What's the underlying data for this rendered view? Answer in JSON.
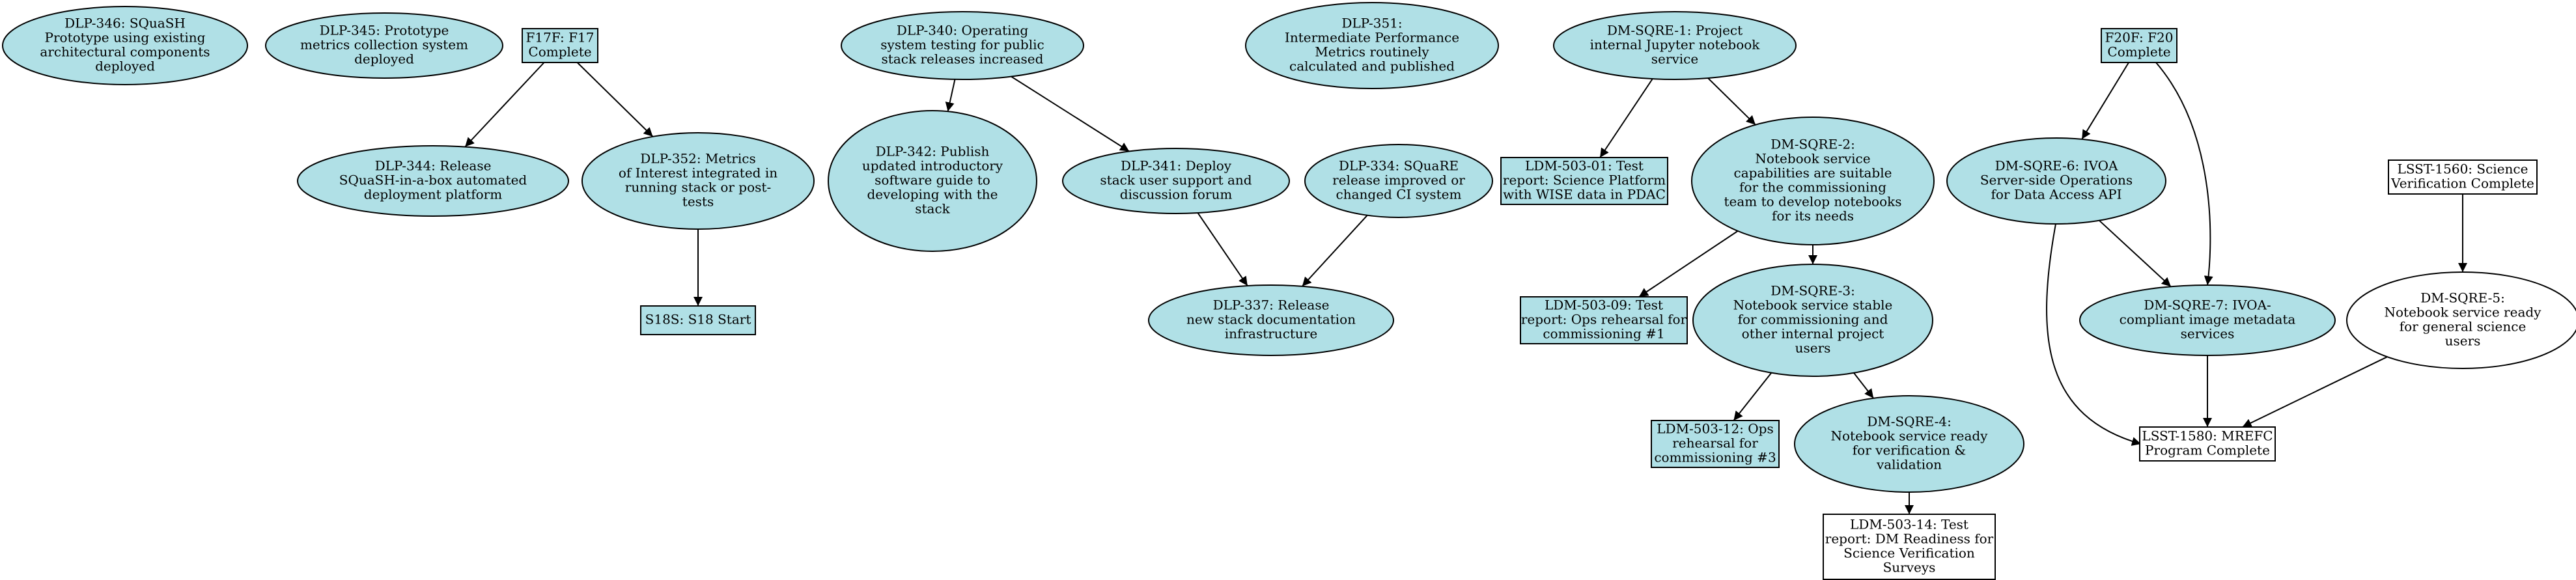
{
  "colors": {
    "filled": "#b0e0e6",
    "plain": "#ffffff",
    "stroke": "#000000"
  },
  "nodes": [
    {
      "id": "DLP-346",
      "shape": "ellipse",
      "fill": "filled",
      "lines": [
        "DLP-346: SQuaSH",
        "Prototype using existing",
        "architectural components",
        "deployed"
      ]
    },
    {
      "id": "DLP-345",
      "shape": "ellipse",
      "fill": "filled",
      "lines": [
        "DLP-345: Prototype",
        "metrics collection system",
        "deployed"
      ]
    },
    {
      "id": "F17F",
      "shape": "box",
      "fill": "filled",
      "lines": [
        "F17F: F17",
        "Complete"
      ]
    },
    {
      "id": "DLP-344",
      "shape": "ellipse",
      "fill": "filled",
      "lines": [
        "DLP-344: Release",
        "SQuaSH-in-a-box automated",
        "deployment platform"
      ]
    },
    {
      "id": "DLP-352",
      "shape": "ellipse",
      "fill": "filled",
      "lines": [
        "DLP-352: Metrics",
        "of Interest integrated in",
        "running stack or post-",
        "tests"
      ]
    },
    {
      "id": "S18S",
      "shape": "box",
      "fill": "filled",
      "lines": [
        "S18S: S18 Start"
      ]
    },
    {
      "id": "DLP-340",
      "shape": "ellipse",
      "fill": "filled",
      "lines": [
        "DLP-340: Operating",
        "system testing for public",
        "stack releases increased"
      ]
    },
    {
      "id": "DLP-342",
      "shape": "ellipse",
      "fill": "filled",
      "lines": [
        "DLP-342: Publish",
        "updated introductory",
        "software guide to",
        "developing with the",
        "stack"
      ]
    },
    {
      "id": "DLP-341",
      "shape": "ellipse",
      "fill": "filled",
      "lines": [
        "DLP-341: Deploy",
        "stack user support and",
        "discussion forum"
      ]
    },
    {
      "id": "DLP-334",
      "shape": "ellipse",
      "fill": "filled",
      "lines": [
        "DLP-334: SQuaRE",
        "release improved or",
        "changed CI system"
      ]
    },
    {
      "id": "DLP-337",
      "shape": "ellipse",
      "fill": "filled",
      "lines": [
        "DLP-337: Release",
        "new stack documentation",
        "infrastructure"
      ]
    },
    {
      "id": "DLP-351",
      "shape": "ellipse",
      "fill": "filled",
      "lines": [
        "DLP-351:",
        "Intermediate Performance",
        "Metrics routinely",
        "calculated and published"
      ]
    },
    {
      "id": "DM-SQRE-1",
      "shape": "ellipse",
      "fill": "filled",
      "lines": [
        "DM-SQRE-1: Project",
        "internal Jupyter notebook",
        "service"
      ]
    },
    {
      "id": "LDM-503-01",
      "shape": "box",
      "fill": "filled",
      "lines": [
        "LDM-503-01: Test",
        "report: Science Platform",
        "with WISE data in PDAC"
      ]
    },
    {
      "id": "DM-SQRE-2",
      "shape": "ellipse",
      "fill": "filled",
      "lines": [
        "DM-SQRE-2:",
        "Notebook service",
        "capabilities are suitable",
        "for the commissioning",
        "team to develop notebooks",
        "for its needs"
      ]
    },
    {
      "id": "LDM-503-09",
      "shape": "box",
      "fill": "filled",
      "lines": [
        "LDM-503-09: Test",
        "report: Ops rehearsal for",
        "commissioning #1"
      ]
    },
    {
      "id": "DM-SQRE-3",
      "shape": "ellipse",
      "fill": "filled",
      "lines": [
        "DM-SQRE-3:",
        "Notebook service stable",
        "for commissioning and",
        "other internal project",
        "users"
      ]
    },
    {
      "id": "LDM-503-12",
      "shape": "box",
      "fill": "filled",
      "lines": [
        "LDM-503-12: Ops",
        "rehearsal for",
        "commissioning #3"
      ]
    },
    {
      "id": "DM-SQRE-4",
      "shape": "ellipse",
      "fill": "filled",
      "lines": [
        "DM-SQRE-4:",
        "Notebook service ready",
        "for verification &",
        "validation"
      ]
    },
    {
      "id": "LDM-503-14",
      "shape": "box",
      "fill": "plain",
      "lines": [
        "LDM-503-14: Test",
        "report: DM Readiness for",
        "Science Verification",
        "Surveys"
      ]
    },
    {
      "id": "F20F",
      "shape": "box",
      "fill": "filled",
      "lines": [
        "F20F: F20",
        "Complete"
      ]
    },
    {
      "id": "DM-SQRE-6",
      "shape": "ellipse",
      "fill": "filled",
      "lines": [
        "DM-SQRE-6: IVOA",
        "Server-side Operations",
        "for Data Access API"
      ]
    },
    {
      "id": "DM-SQRE-7",
      "shape": "ellipse",
      "fill": "filled",
      "lines": [
        "DM-SQRE-7: IVOA-",
        "compliant image metadata",
        "services"
      ]
    },
    {
      "id": "LSST-1560",
      "shape": "box",
      "fill": "plain",
      "lines": [
        "LSST-1560: Science",
        "Verification Complete"
      ]
    },
    {
      "id": "DM-SQRE-5",
      "shape": "ellipse",
      "fill": "plain",
      "lines": [
        "DM-SQRE-5:",
        "Notebook service ready",
        "for general science",
        "users"
      ]
    },
    {
      "id": "LSST-1580",
      "shape": "box",
      "fill": "plain",
      "lines": [
        "LSST-1580: MREFC",
        "Program Complete"
      ]
    }
  ],
  "edges": [
    {
      "from": "F17F",
      "to": "DLP-344"
    },
    {
      "from": "F17F",
      "to": "DLP-352"
    },
    {
      "from": "DLP-352",
      "to": "S18S"
    },
    {
      "from": "DLP-340",
      "to": "DLP-342"
    },
    {
      "from": "DLP-340",
      "to": "DLP-341"
    },
    {
      "from": "DLP-341",
      "to": "DLP-337"
    },
    {
      "from": "DLP-334",
      "to": "DLP-337"
    },
    {
      "from": "DM-SQRE-1",
      "to": "LDM-503-01"
    },
    {
      "from": "DM-SQRE-1",
      "to": "DM-SQRE-2"
    },
    {
      "from": "DM-SQRE-2",
      "to": "LDM-503-09"
    },
    {
      "from": "DM-SQRE-2",
      "to": "DM-SQRE-3"
    },
    {
      "from": "DM-SQRE-3",
      "to": "LDM-503-12"
    },
    {
      "from": "DM-SQRE-3",
      "to": "DM-SQRE-4"
    },
    {
      "from": "DM-SQRE-4",
      "to": "LDM-503-14"
    },
    {
      "from": "F20F",
      "to": "DM-SQRE-6"
    },
    {
      "from": "F20F",
      "to": "DM-SQRE-7"
    },
    {
      "from": "DM-SQRE-6",
      "to": "DM-SQRE-7"
    },
    {
      "from": "DM-SQRE-6",
      "to": "LSST-1580"
    },
    {
      "from": "DM-SQRE-7",
      "to": "LSST-1580"
    },
    {
      "from": "LSST-1560",
      "to": "DM-SQRE-5"
    },
    {
      "from": "DM-SQRE-5",
      "to": "LSST-1580"
    }
  ]
}
